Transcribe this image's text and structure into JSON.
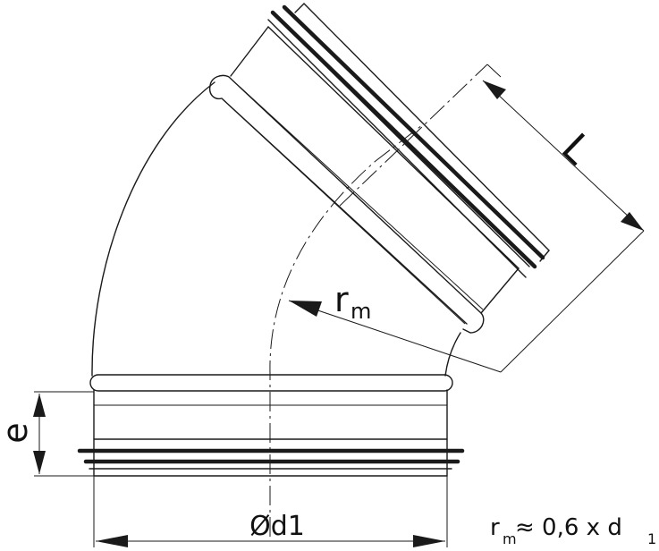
{
  "labels": {
    "length": "L",
    "radius_main": "r",
    "radius_sub": "m",
    "depth": "e",
    "diameter": "Ød1"
  },
  "formula": {
    "r": "r",
    "r_sub": "m",
    "relation": " ≈ 0,6 x d",
    "d_sub": "1"
  }
}
